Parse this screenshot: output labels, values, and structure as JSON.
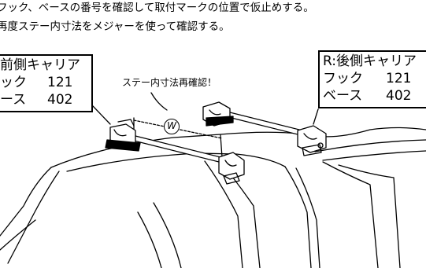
{
  "instructions": [
    "フック、ベースの番号を確認して取付マークの位置で仮止めする。",
    "再度ステー内寸法をメジャーを使って確認する。"
  ],
  "front_box": {
    "title": "前側キャリア",
    "hook_label": "ック",
    "hook_num": "121",
    "base_label": "ース",
    "base_num": "402"
  },
  "rear_box": {
    "title": "R:後側キャリア",
    "hook_label": "フック",
    "hook_num": "121",
    "base_label": "ベース",
    "base_num": "402"
  },
  "note": "ステー内寸法再確認！",
  "w_label": "W"
}
